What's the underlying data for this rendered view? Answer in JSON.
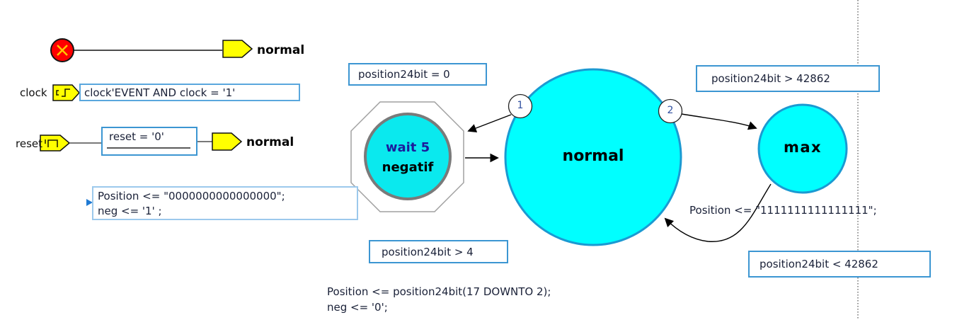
{
  "machine": {
    "init": {
      "target": "normal"
    },
    "clock": {
      "label": "clock",
      "condition": "clock'EVENT AND clock = '1'"
    },
    "reset": {
      "label": "reset",
      "condition": "reset = '0'",
      "target": "normal",
      "action": [
        "Position <= \"0000000000000000\";",
        "neg <= '1' ;"
      ]
    },
    "states": {
      "wait": {
        "title": "wait 5",
        "subtitle": "negatif"
      },
      "normal": {
        "title": "normal"
      },
      "max": {
        "title": "max"
      }
    },
    "transitions": {
      "priority_1": "1",
      "priority_2": "2",
      "normal_to_wait": {
        "condition": "position24bit = 0"
      },
      "wait_to_normal": {
        "condition": "position24bit > 4",
        "action": [
          "Position <= position24bit(17 DOWNTO 2);",
          "neg <= '0';"
        ]
      },
      "normal_to_max": {
        "condition": "position24bit > 42862"
      },
      "max_to_normal": {
        "condition": "position24bit < 42862",
        "action": "Position <= \"1111111111111111\";"
      }
    },
    "icons": {
      "initial_state_icon": "red-circle-x",
      "clock_icon": "rising-edge-clock",
      "reset_icon": "high-pulse-reset",
      "target_arrow_icon": "yellow-arrow-flag"
    },
    "colors": {
      "state_fill": "#00ffff",
      "state_border": "#1b9ad2",
      "wait_state_border": "#7a7a7a",
      "condition_box_border": "#3c96d2",
      "action_box_border": "#9cc9ec",
      "priority_text": "#3050a0",
      "signal_icon_fill": "#ffff00",
      "initial_state_fill": "#ff0000"
    }
  }
}
